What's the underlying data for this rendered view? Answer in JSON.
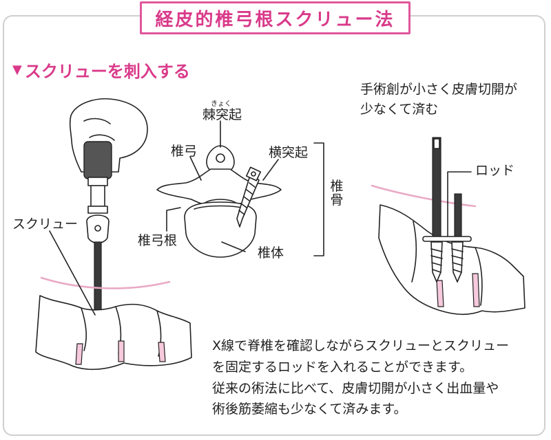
{
  "title": "経皮的椎弓根スクリュー法",
  "subheading": {
    "marker": "▼",
    "text": "スクリューを刺入する"
  },
  "left_figure": {
    "screw_label": "スクリュー"
  },
  "vertebra_figure": {
    "spinous_ruby": "きょく",
    "spinous_process": "棘突起",
    "lamina": "椎弓",
    "transverse_process": "横突起",
    "pedicle": "椎弓根",
    "vertebral_body": "椎体",
    "bone_label": "椎骨"
  },
  "right_figure": {
    "caption_line1": "手術創が小さく皮膚切開が",
    "caption_line2": "少なくて済む",
    "rod_label": "ロッド"
  },
  "body_text": {
    "line1": "X線で脊椎を確認しながらスクリューとスクリュー",
    "line2": "を固定するロッドを入れることができます。",
    "line3": "従来の術法に比べて、皮膚切開が小さく出血量や",
    "line4": "術後筋萎縮も少なくて済みます。"
  },
  "colors": {
    "accent": "#d93a8a",
    "title_border": "#e0569b",
    "skin_line": "#e9a9c4",
    "disc": "#f6c9dc",
    "frame": "#cfcfcf"
  }
}
